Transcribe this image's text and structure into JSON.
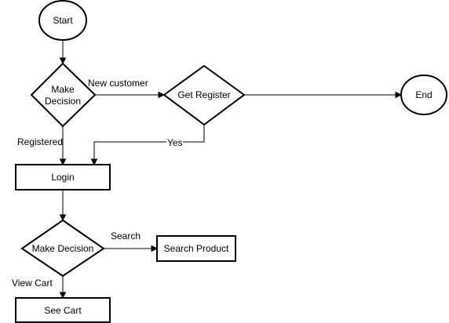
{
  "diagram": {
    "nodes": {
      "start": "Start",
      "decision1_line1": "Make",
      "decision1_line2": "Decision",
      "get_register": "Get Register",
      "end": "End",
      "login": "Login",
      "decision2": "Make Decision",
      "search_product": "Search Product",
      "see_cart": "See Cart"
    },
    "edges": {
      "new_customer": "New customer",
      "registered": "Registered",
      "yes": "Yes",
      "search": "Search",
      "view_cart": "View Cart"
    }
  }
}
